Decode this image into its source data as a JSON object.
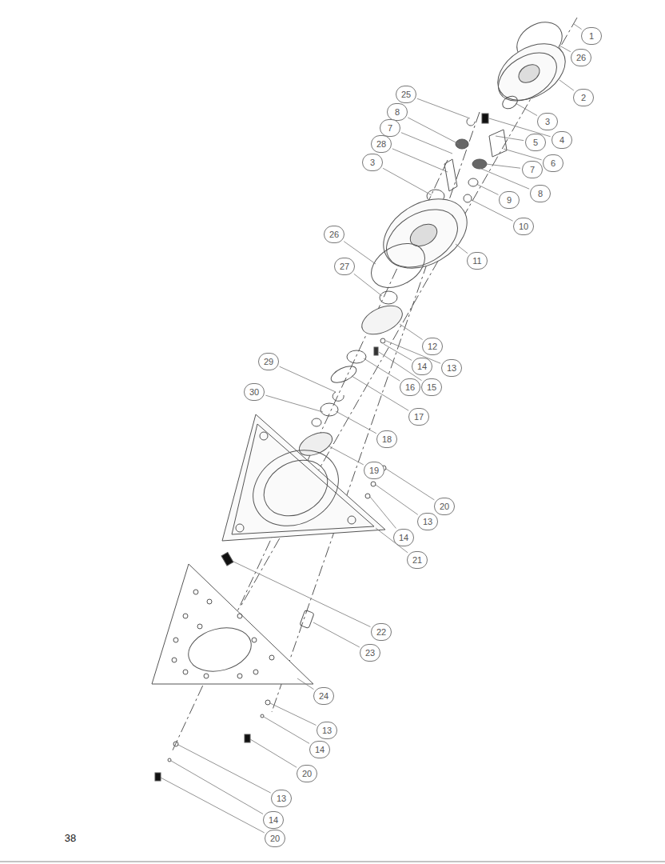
{
  "diagram": {
    "labels": [
      "1",
      "26",
      "2",
      "3",
      "4",
      "5",
      "6",
      "7",
      "8",
      "9",
      "10",
      "25",
      "8",
      "7",
      "28",
      "3",
      "11",
      "26",
      "27",
      "12",
      "13",
      "14",
      "15",
      "16",
      "17",
      "29",
      "30",
      "18",
      "19",
      "20",
      "13",
      "14",
      "21",
      "22",
      "23",
      "24",
      "13",
      "14",
      "20",
      "13",
      "14",
      "20",
      "38"
    ]
  }
}
